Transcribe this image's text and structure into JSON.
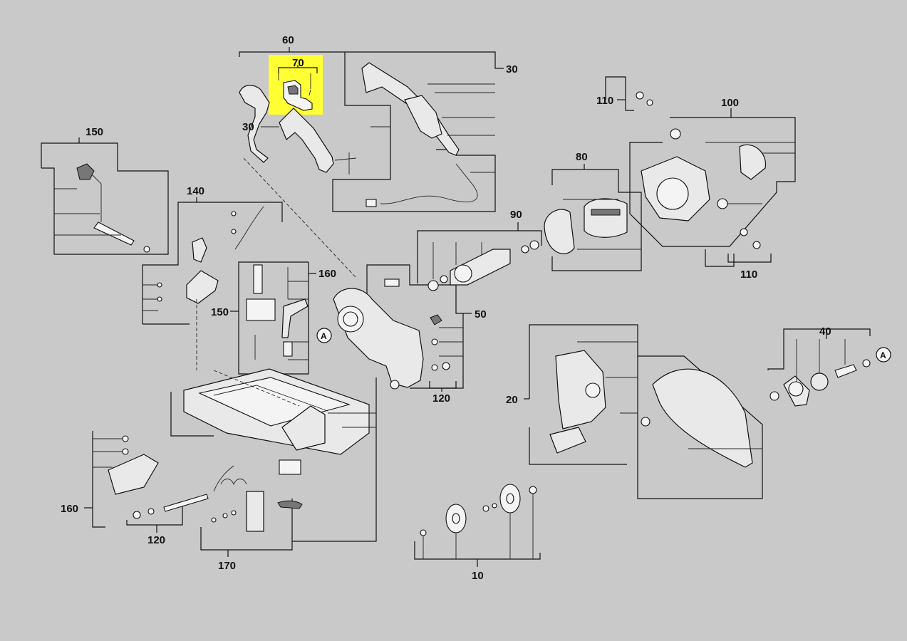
{
  "diagram": {
    "highlight_color": "#ffff33",
    "background_color": "#c9c9c9",
    "callouts": {
      "c60": "60",
      "c70": "70",
      "c30a": "30",
      "c30b": "30",
      "c150a": "150",
      "c140": "140",
      "c110a": "110",
      "c100": "100",
      "c80": "80",
      "c90": "90",
      "c110b": "110",
      "c160a": "160",
      "c150b": "150",
      "c50": "50",
      "c120a": "120",
      "c40": "40",
      "c20": "20",
      "c160b": "160",
      "c120b": "120",
      "c170": "170",
      "c10": "10"
    },
    "ref_marker": "A"
  }
}
